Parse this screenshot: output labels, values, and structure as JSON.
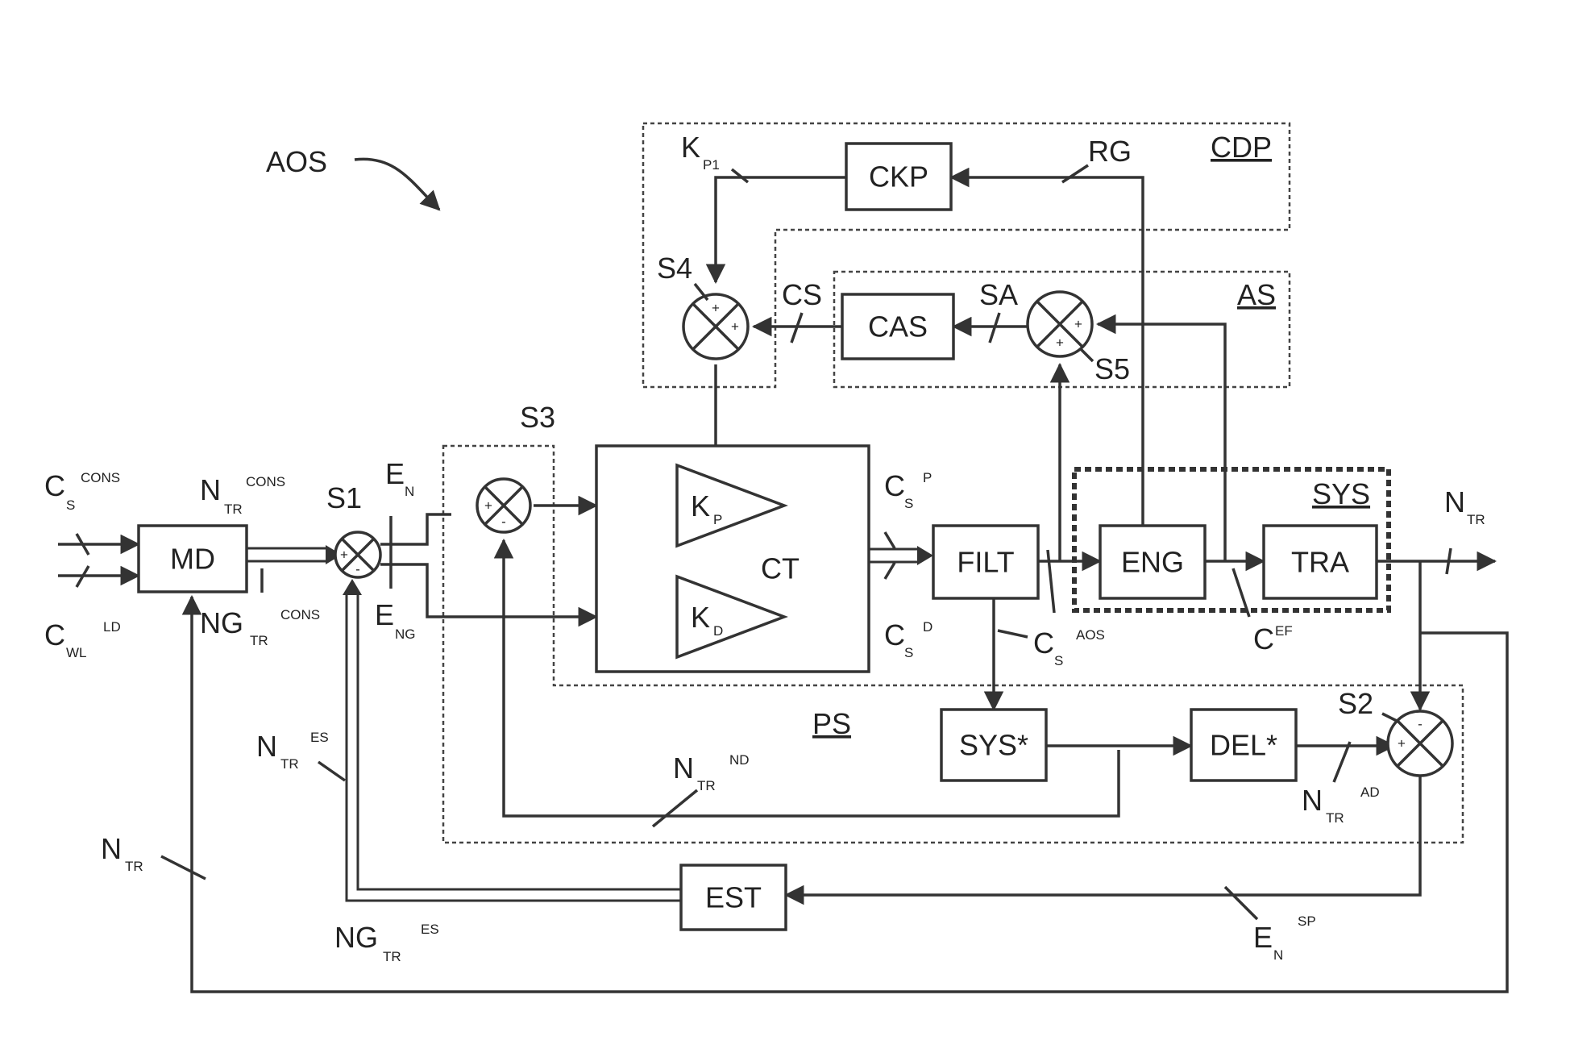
{
  "figure_ref": "AOS",
  "groups": {
    "cdp": "CDP",
    "as": "AS",
    "sys": "SYS",
    "ps": "PS"
  },
  "blocks": {
    "md": "MD",
    "ckp": "CKP",
    "cas": "CAS",
    "filt": "FILT",
    "eng": "ENG",
    "tra": "TRA",
    "sys_star": "SYS*",
    "del_star": "DEL*",
    "est": "EST",
    "ct": "CT"
  },
  "gains": {
    "kp": "K",
    "kp_sub": "P",
    "kd": "K",
    "kd_sub": "D"
  },
  "sums": {
    "s1": "S1",
    "s2": "S2",
    "s3": "S3",
    "s4": "S4",
    "s5": "S5"
  },
  "signs": {
    "plus": "+",
    "minus": "-"
  },
  "signals": {
    "cs_cons": {
      "main": "C",
      "sub": "S",
      "sup": "CONS"
    },
    "cwl_ld": {
      "main": "C",
      "sub": "WL",
      "sup": "LD"
    },
    "ntr_cons": {
      "main": "N",
      "sub": "TR",
      "sup": "CONS"
    },
    "ngtr_cons": {
      "main": "NG",
      "sub": "TR",
      "sup": "CONS"
    },
    "en": {
      "main": "E",
      "sub": "N"
    },
    "eng_err": {
      "main": "E",
      "sub": "NG"
    },
    "cs_p": {
      "main": "C",
      "sub": "S",
      "sup": "P"
    },
    "cs_d": {
      "main": "C",
      "sub": "S",
      "sup": "D"
    },
    "cs_aos": {
      "main": "C",
      "sub": "S",
      "sup": "AOS"
    },
    "cef": {
      "main": "C",
      "sup": "EF"
    },
    "ntr_out": {
      "main": "N",
      "sub": "TR"
    },
    "ntr_nd": {
      "main": "N",
      "sub": "TR",
      "sup": "ND"
    },
    "ntr_ad": {
      "main": "N",
      "sub": "TR",
      "sup": "AD"
    },
    "ntr_es": {
      "main": "N",
      "sub": "TR",
      "sup": "ES"
    },
    "ngtr_es": {
      "main": "NG",
      "sub": "TR",
      "sup": "ES"
    },
    "ntr_fb": {
      "main": "N",
      "sub": "TR"
    },
    "en_sp": {
      "main": "E",
      "sub": "N",
      "sup": "SP"
    },
    "kp1": {
      "main": "K",
      "sub": "P1"
    },
    "rg": "RG",
    "cs": "CS",
    "sa": "SA"
  }
}
